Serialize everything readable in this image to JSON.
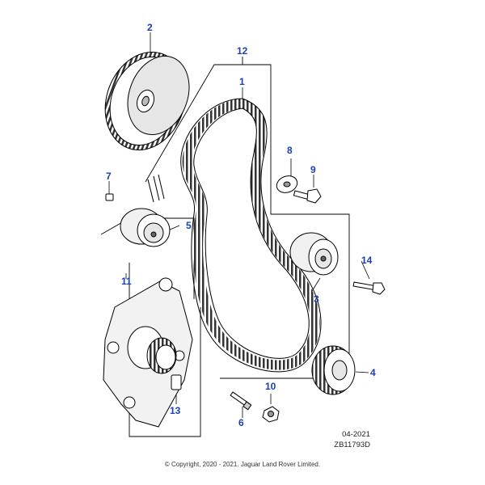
{
  "diagram": {
    "callouts": [
      {
        "id": "1",
        "label": "1"
      },
      {
        "id": "2",
        "label": "2"
      },
      {
        "id": "3",
        "label": "3"
      },
      {
        "id": "4",
        "label": "4"
      },
      {
        "id": "5",
        "label": "5"
      },
      {
        "id": "6",
        "label": "6"
      },
      {
        "id": "7",
        "label": "7"
      },
      {
        "id": "8",
        "label": "8"
      },
      {
        "id": "9",
        "label": "9"
      },
      {
        "id": "10",
        "label": "10"
      },
      {
        "id": "11",
        "label": "11"
      },
      {
        "id": "12",
        "label": "12"
      },
      {
        "id": "13",
        "label": "13"
      },
      {
        "id": "14",
        "label": "14"
      }
    ],
    "date_code": "04-2021",
    "drawing_code": "ZB11793D",
    "copyright": "© Copyright, 2020 - 2021. Jaguar Land Rover Limited.",
    "colors": {
      "line": "#000000",
      "callout": "#1a3fb0",
      "fill": "#ffffff",
      "shade": "#d9d9d9"
    }
  }
}
